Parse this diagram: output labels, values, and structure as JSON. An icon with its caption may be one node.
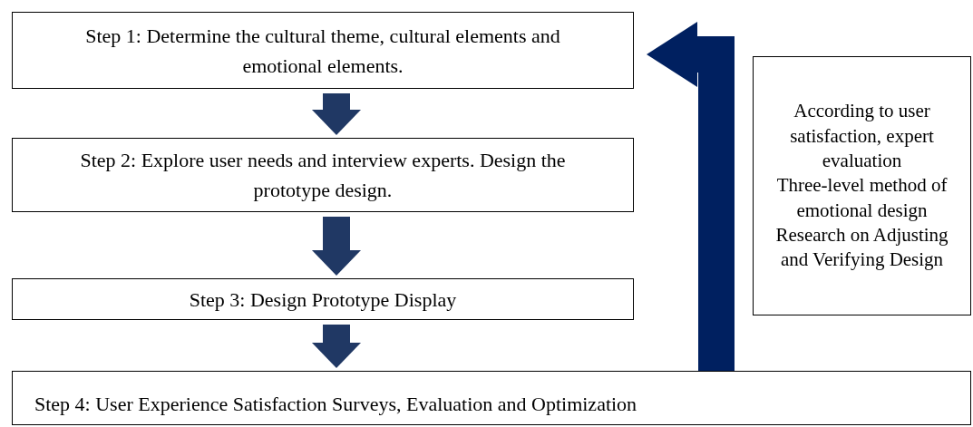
{
  "diagram": {
    "nodes": [
      {
        "text": [
          "Step 1: Determine the cultural theme, cultural elements and emotional elements."
        ]
      },
      {
        "text": [
          "Step 2: Explore user needs and interview experts. Design the prototype design."
        ]
      },
      {
        "text": [
          "Step 3: Design Prototype Display"
        ]
      },
      {
        "text": [
          "Step 4: User Experience Satisfaction Surveys, Evaluation and Optimization"
        ]
      },
      {
        "text": [
          "According to user satisfaction, expert evaluation",
          "Three-level method of emotional design",
          "Research on Adjusting and Verifying Design"
        ]
      }
    ],
    "edges": [
      {
        "from": 0,
        "to": 1,
        "arrow": "to"
      },
      {
        "from": 1,
        "to": 2,
        "arrow": "to"
      },
      {
        "from": 2,
        "to": 3,
        "arrow": "to"
      },
      {
        "from": 3,
        "to": 0,
        "arrow": "to",
        "color": "#002060"
      }
    ]
  }
}
